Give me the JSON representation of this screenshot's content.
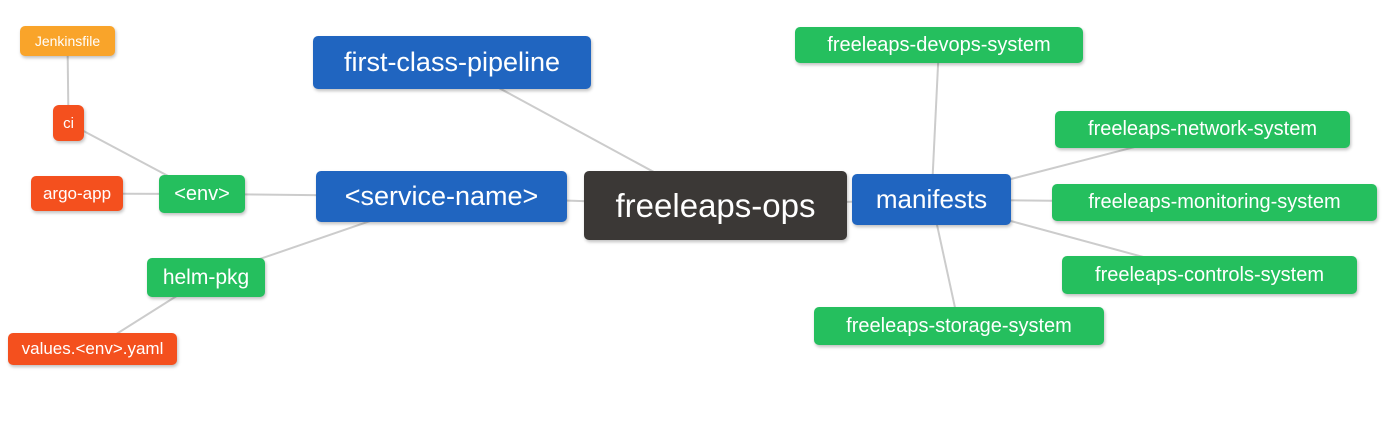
{
  "diagram": {
    "type": "mindmap",
    "root_label": "freeleaps-ops"
  },
  "colors": {
    "blue": "#2065c0",
    "green": "#25bf5e",
    "red": "#f4501e",
    "orange": "#f9a42a",
    "dark": "#3b3836",
    "line": "#cccccc",
    "text": "#ffffff",
    "background": "#ffffff"
  },
  "nodes": [
    {
      "id": "jenkinsfile",
      "label": "Jenkinsfile",
      "color": "orange"
    },
    {
      "id": "ci",
      "label": "ci",
      "color": "red"
    },
    {
      "id": "argo-app",
      "label": "argo-app",
      "color": "red"
    },
    {
      "id": "env",
      "label": "<env>",
      "color": "green"
    },
    {
      "id": "first-class-pipeline",
      "label": "first-class-pipeline",
      "color": "blue"
    },
    {
      "id": "service-name",
      "label": "<service-name>",
      "color": "blue"
    },
    {
      "id": "helm-pkg",
      "label": "helm-pkg",
      "color": "green"
    },
    {
      "id": "values-env-yaml",
      "label": "values.<env>.yaml",
      "color": "red"
    },
    {
      "id": "freeleaps-ops",
      "label": "freeleaps-ops",
      "color": "dark"
    },
    {
      "id": "manifests",
      "label": "manifests",
      "color": "blue"
    },
    {
      "id": "freeleaps-devops-system",
      "label": "freeleaps-devops-system",
      "color": "green"
    },
    {
      "id": "freeleaps-network-system",
      "label": "freeleaps-network-system",
      "color": "green"
    },
    {
      "id": "freeleaps-monitoring-system",
      "label": "freeleaps-monitoring-system",
      "color": "green"
    },
    {
      "id": "freeleaps-controls-system",
      "label": "freeleaps-controls-system",
      "color": "green"
    },
    {
      "id": "freeleaps-storage-system",
      "label": "freeleaps-storage-system",
      "color": "green"
    }
  ],
  "edges": [
    {
      "from": "jenkinsfile",
      "to": "ci"
    },
    {
      "from": "ci",
      "to": "env"
    },
    {
      "from": "argo-app",
      "to": "env"
    },
    {
      "from": "env",
      "to": "service-name"
    },
    {
      "from": "helm-pkg",
      "to": "service-name"
    },
    {
      "from": "values-env-yaml",
      "to": "helm-pkg"
    },
    {
      "from": "first-class-pipeline",
      "to": "freeleaps-ops"
    },
    {
      "from": "service-name",
      "to": "freeleaps-ops"
    },
    {
      "from": "freeleaps-ops",
      "to": "manifests"
    },
    {
      "from": "manifests",
      "to": "freeleaps-devops-system"
    },
    {
      "from": "manifests",
      "to": "freeleaps-network-system"
    },
    {
      "from": "manifests",
      "to": "freeleaps-monitoring-system"
    },
    {
      "from": "manifests",
      "to": "freeleaps-controls-system"
    },
    {
      "from": "manifests",
      "to": "freeleaps-storage-system"
    }
  ]
}
